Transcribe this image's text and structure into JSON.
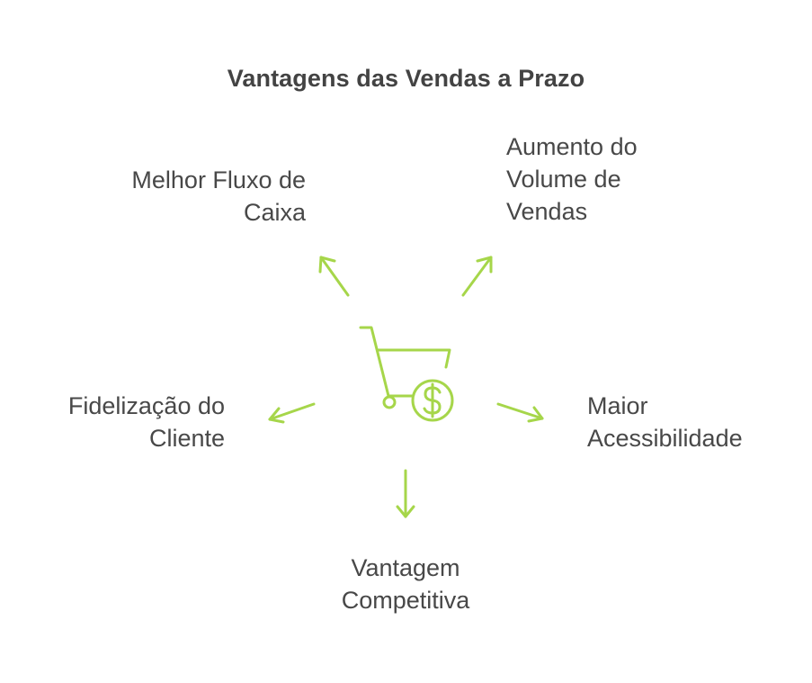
{
  "title": "Vantagens das Vendas a Prazo",
  "colors": {
    "accent": "#a6d64a",
    "text": "#434343"
  },
  "center_icon": "shopping-cart-dollar-icon",
  "branches": [
    {
      "id": "fluxo",
      "label": "Melhor Fluxo de\nCaixa"
    },
    {
      "id": "volume",
      "label": "Aumento do\nVolume de\nVendas"
    },
    {
      "id": "fidel",
      "label": "Fidelização do\nCliente"
    },
    {
      "id": "acess",
      "label": "Maior\nAcessibilidade"
    },
    {
      "id": "vantagem",
      "label": "Vantagem\nCompetitiva"
    }
  ]
}
